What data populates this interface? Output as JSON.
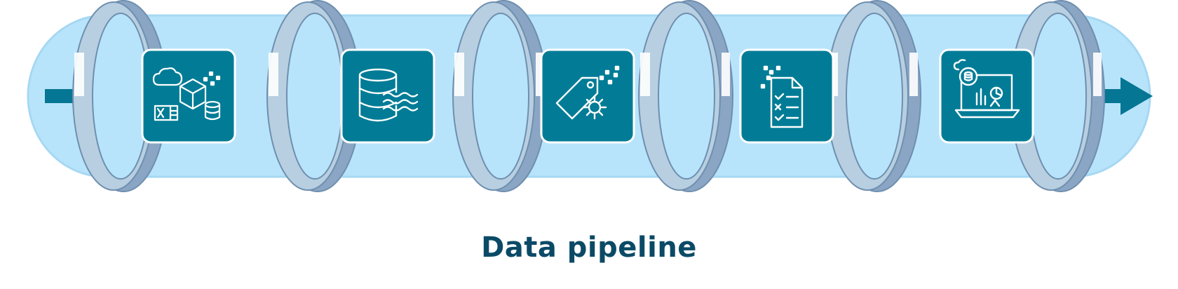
{
  "title": "Data pipeline",
  "colors": {
    "pipe": "#b8e4fb",
    "pipe_shade": "#a6d8f3",
    "ring_outer": "#8aa6c4",
    "ring_inner": "#b7cfe0",
    "ring_stroke": "#6f8fb0",
    "tile": "#027c96",
    "tile_border": "#ffffff",
    "arrow": "#057693",
    "caption": "#0b4a66"
  },
  "stages": [
    {
      "id": "ingest",
      "icon": "sources-ingest-icon"
    },
    {
      "id": "store",
      "icon": "data-lake-icon"
    },
    {
      "id": "transform",
      "icon": "tag-gear-icon"
    },
    {
      "id": "validate",
      "icon": "checklist-icon"
    },
    {
      "id": "analyze",
      "icon": "analytics-laptop-icon"
    }
  ]
}
